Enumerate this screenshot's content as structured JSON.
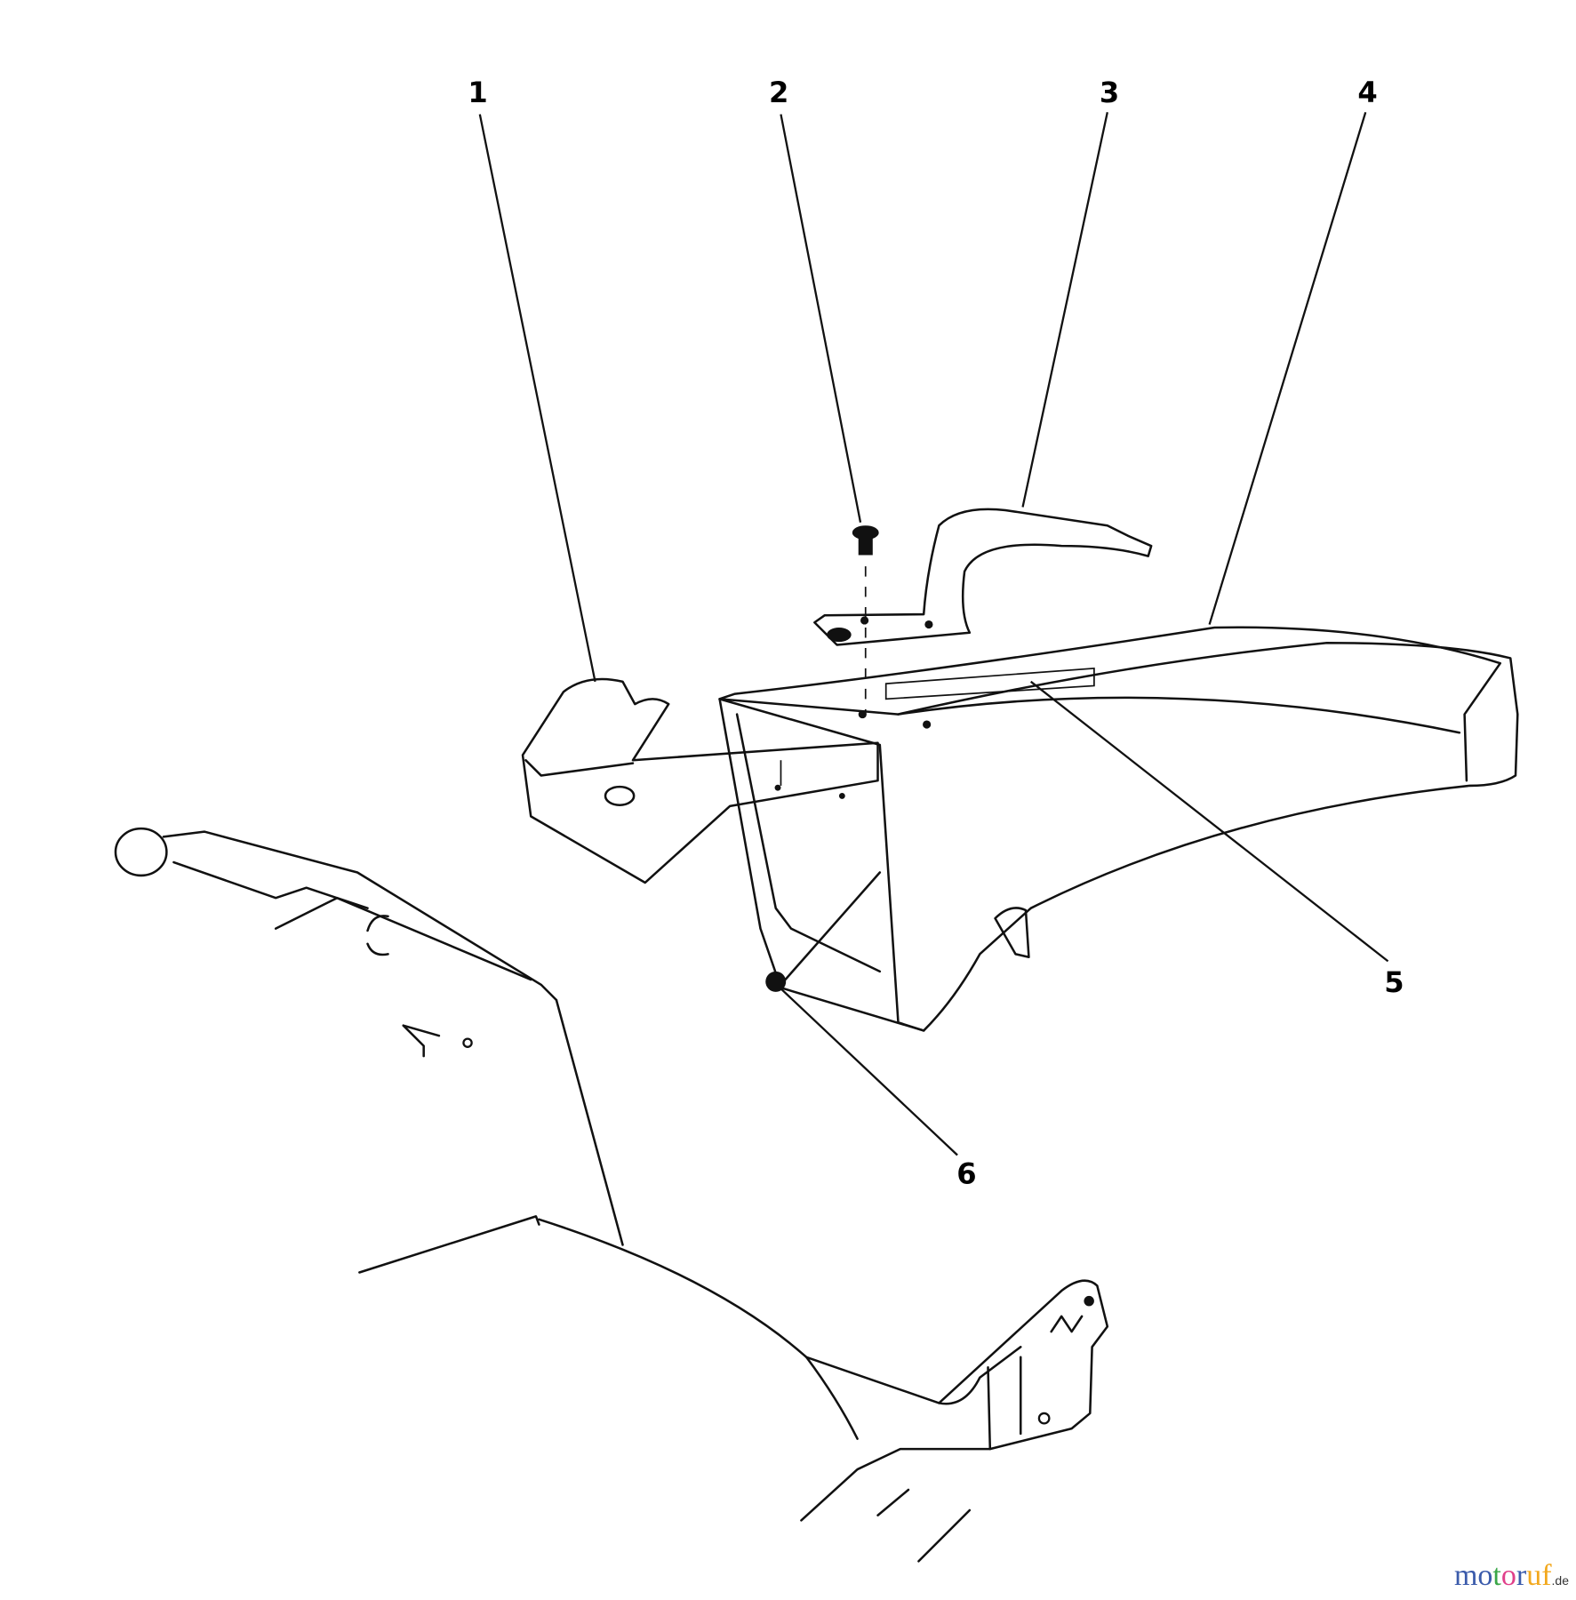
{
  "diagram": {
    "callouts": [
      "1",
      "2",
      "3",
      "4",
      "5",
      "6"
    ]
  },
  "watermark": {
    "letters": [
      "m",
      "o",
      "t",
      "o",
      "r",
      "u",
      "f"
    ],
    "colors": [
      "#3b5bab",
      "#3b5bab",
      "#3aa648",
      "#e0408a",
      "#3b5bab",
      "#f2a81d",
      "#f2a81d"
    ],
    "tld": ".de"
  }
}
